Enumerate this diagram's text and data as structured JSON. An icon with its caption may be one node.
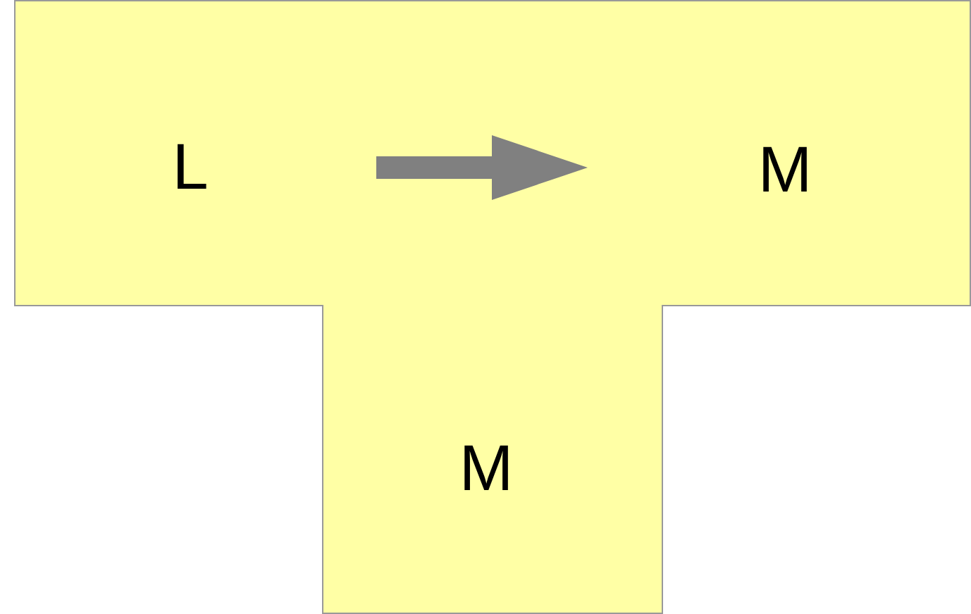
{
  "diagram": {
    "nodes": [
      {
        "text": [
          "L",
          "M",
          "M"
        ]
      }
    ]
  }
}
